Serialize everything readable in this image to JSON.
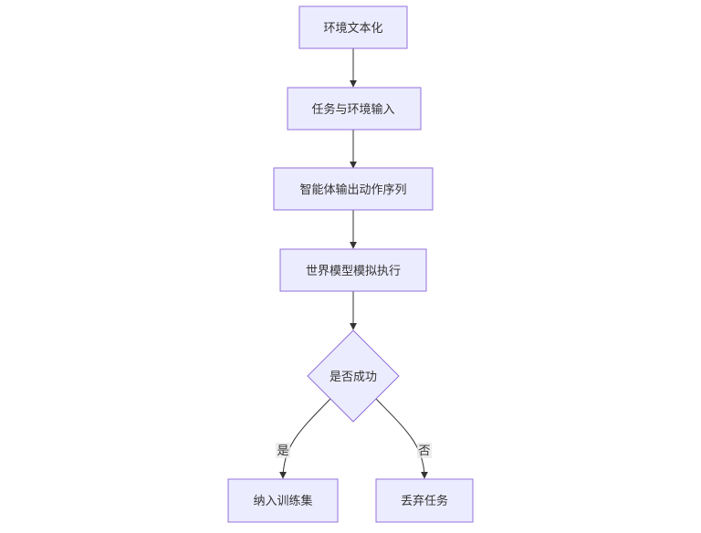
{
  "nodes": {
    "n1": "环境文本化",
    "n2": "任务与环境输入",
    "n3": "智能体输出动作序列",
    "n4": "世界模型模拟执行",
    "n5": "是否成功",
    "n6": "纳入训练集",
    "n7": "丢弃任务"
  },
  "edges": {
    "yes_label": "是",
    "no_label": "否"
  },
  "colors": {
    "node_fill": "#ECECFF",
    "node_stroke": "#9370DB",
    "edge": "#333333"
  }
}
